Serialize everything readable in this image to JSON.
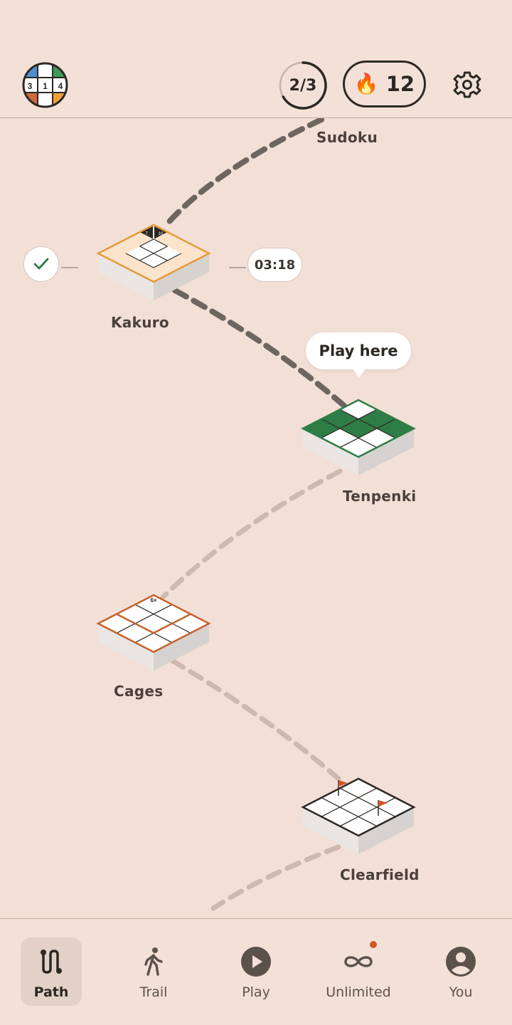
{
  "header": {
    "logo_digits": [
      "3",
      "1",
      "4"
    ],
    "progress": {
      "text": "2/3",
      "fraction": 0.667
    },
    "streak": {
      "icon": "🔥",
      "count": "12"
    },
    "settings_icon": "gear-icon"
  },
  "path": {
    "nodes": [
      {
        "label": "Sudoku"
      },
      {
        "label": "Kakuro",
        "status": "completed",
        "time": "03:18",
        "clue_left": "7",
        "clue_right": "10"
      },
      {
        "label": "Tenpenki",
        "callout": "Play here"
      },
      {
        "label": "Cages",
        "cage_clue": "6×"
      },
      {
        "label": "Clearfield"
      }
    ]
  },
  "tabs": [
    {
      "label": "Path",
      "icon": "path-icon",
      "active": true
    },
    {
      "label": "Trail",
      "icon": "walking-person-icon"
    },
    {
      "label": "Play",
      "icon": "play-circle-icon"
    },
    {
      "label": "Unlimited",
      "icon": "infinity-icon",
      "badge_dot": true
    },
    {
      "label": "You",
      "icon": "profile-icon"
    }
  ],
  "colors": {
    "background": "#f2dfd6",
    "kakuro": "#e59a3a",
    "tenpenki": "#2f7d46",
    "cages": "#c5622f",
    "clearfield": "#2d2824",
    "flag": "#d2542a"
  }
}
